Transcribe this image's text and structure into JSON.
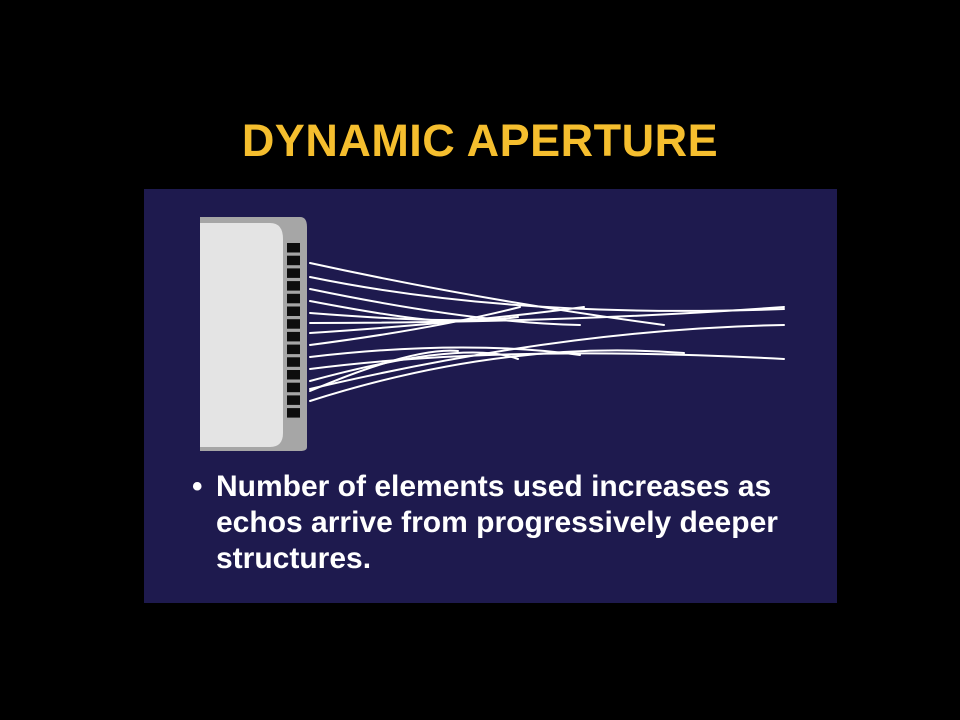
{
  "slide": {
    "title": "DYNAMIC APERTURE",
    "bullet_symbol": "•",
    "bullet_text": "Number of elements used increases as echos arrive from progressively deeper structures."
  },
  "diagram": {
    "transducer_element_count": 14,
    "echo_line_count": 14
  },
  "colors": {
    "background": "#000000",
    "title": "#F5BE2E",
    "panel": "#1E1A4E",
    "text": "#FFFFFF",
    "transducer_body": "#E4E4E4",
    "transducer_frame": "#A6A6A6",
    "transducer_element": "#0D0D0D",
    "echo_line": "#FFFFFF"
  }
}
